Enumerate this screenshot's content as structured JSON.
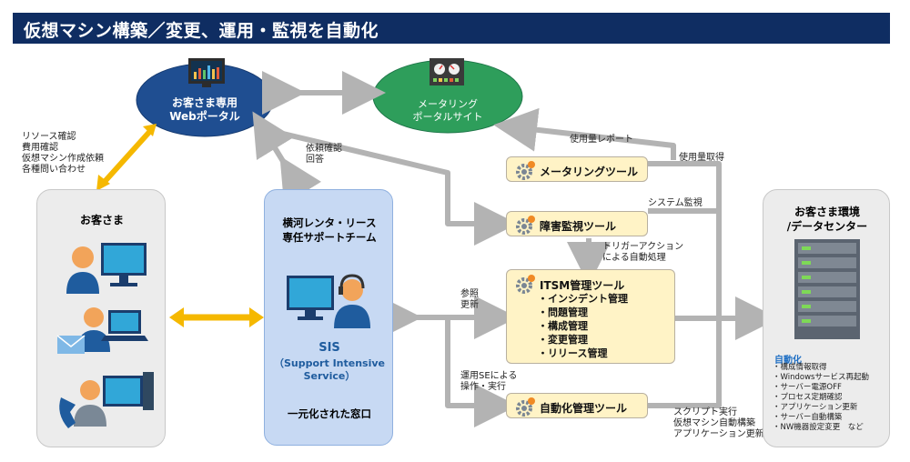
{
  "title": "仮想マシン構築／変更、運用・監視を自動化",
  "portal": {
    "line1": "お客さま専用",
    "line2": "Webポータル"
  },
  "metering_site": {
    "line1": "メータリング",
    "line2": "ポータルサイト"
  },
  "customer_actions": [
    "リソース確認",
    "費用確認",
    "仮想マシン作成依頼",
    "各種問い合わせ"
  ],
  "request_confirm": [
    "依頼確認",
    "回答"
  ],
  "customer_panel": {
    "title": "お客さま"
  },
  "support_panel": {
    "title1": "横河レンタ・リース",
    "title2": "専任サポートチーム",
    "sis": "SIS",
    "sis_full1": "（Support Intensive",
    "sis_full2": "Service）",
    "window": "一元化された窓口"
  },
  "tools": {
    "metering": "メータリングツール",
    "monitoring": "障害監視ツール",
    "itsm": "ITSM管理ツール",
    "itsm_items": [
      "・インシデント管理",
      "・問題管理",
      "・構成管理",
      "・変更管理",
      "・リリース管理"
    ],
    "automation": "自動化管理ツール"
  },
  "flow_labels": {
    "usage_report": "使用量レポート",
    "usage_get": "使用量取得",
    "system_monitor": "システム監視",
    "trigger": [
      "トリガーアクション",
      "による自動処理"
    ],
    "reference": [
      "参照",
      "更新"
    ],
    "ops": [
      "運用SEによる",
      "操作・実行"
    ],
    "script": [
      "スクリプト実行",
      "仮想マシン自動構築",
      "アプリケーション更新"
    ]
  },
  "environment": {
    "title1": "お客さま環境",
    "title2": "/データセンター",
    "auto_title": "自動化",
    "auto_items": [
      "・構成情報取得",
      "・Windowsサービス再起動",
      "・サーバー電源OFF",
      "・プロセス定期確認",
      "・アプリケーション更新",
      "・サーバー自動構築",
      "・NW機器設定変更　など"
    ]
  },
  "colors": {
    "title_bg": "#0f2d62",
    "portal": "#1f4e91",
    "metering": "#2e9e5b",
    "arrow_gray": "#b3b3b3",
    "arrow_gold": "#f5b800"
  }
}
